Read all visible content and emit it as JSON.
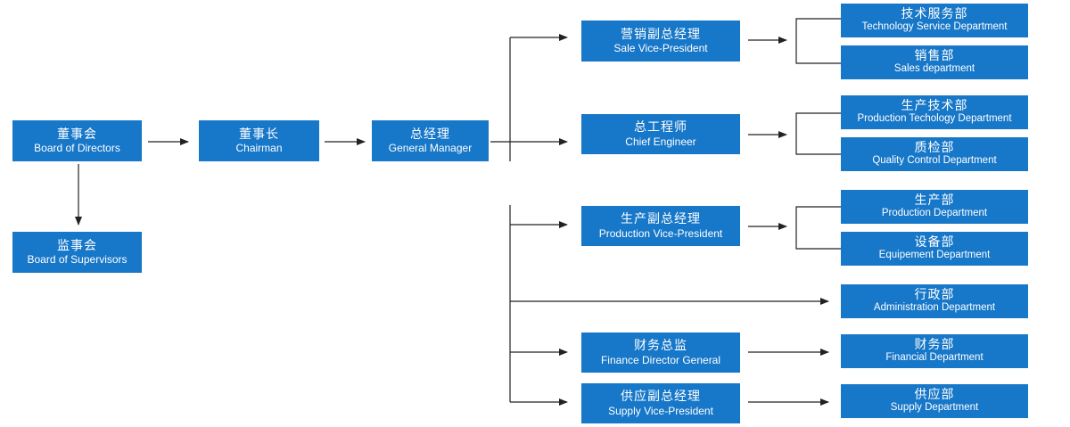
{
  "nodes": {
    "board_of_directors": {
      "zh": "董事会",
      "en": "Board of Directors"
    },
    "board_of_supervisors": {
      "zh": "监事会",
      "en": "Board of Supervisors"
    },
    "chairman": {
      "zh": "董事长",
      "en": "Chairman"
    },
    "general_manager": {
      "zh": "总经理",
      "en": "General Manager"
    },
    "sale_vp": {
      "zh": "营销副总经理",
      "en": "Sale Vice-President"
    },
    "chief_engineer": {
      "zh": "总工程师",
      "en": "Chief Engineer"
    },
    "production_vp": {
      "zh": "生产副总经理",
      "en": "Production Vice-President"
    },
    "finance_director": {
      "zh": "财务总监",
      "en": "Finance Director General"
    },
    "supply_vp": {
      "zh": "供应副总经理",
      "en": "Supply Vice-President"
    },
    "technology_service": {
      "zh": "技术服务部",
      "en": "Technology Service Department"
    },
    "sales_department": {
      "zh": "销售部",
      "en": "Sales department"
    },
    "production_technology": {
      "zh": "生产技术部",
      "en": "Production Techology Department"
    },
    "quality_control": {
      "zh": "质检部",
      "en": "Quality Control Department"
    },
    "production_department": {
      "zh": "生产部",
      "en": "Production Department"
    },
    "equipment_department": {
      "zh": "设备部",
      "en": "Equipement Department"
    },
    "administration_department": {
      "zh": "行政部",
      "en": "Administration Department"
    },
    "financial_department": {
      "zh": "财务部",
      "en": "Financial Department"
    },
    "supply_department": {
      "zh": "供应部",
      "en": "Supply Department"
    }
  },
  "colors": {
    "box_fill": "#1777c8",
    "box_text": "#ffffff",
    "connector": "#222222"
  }
}
